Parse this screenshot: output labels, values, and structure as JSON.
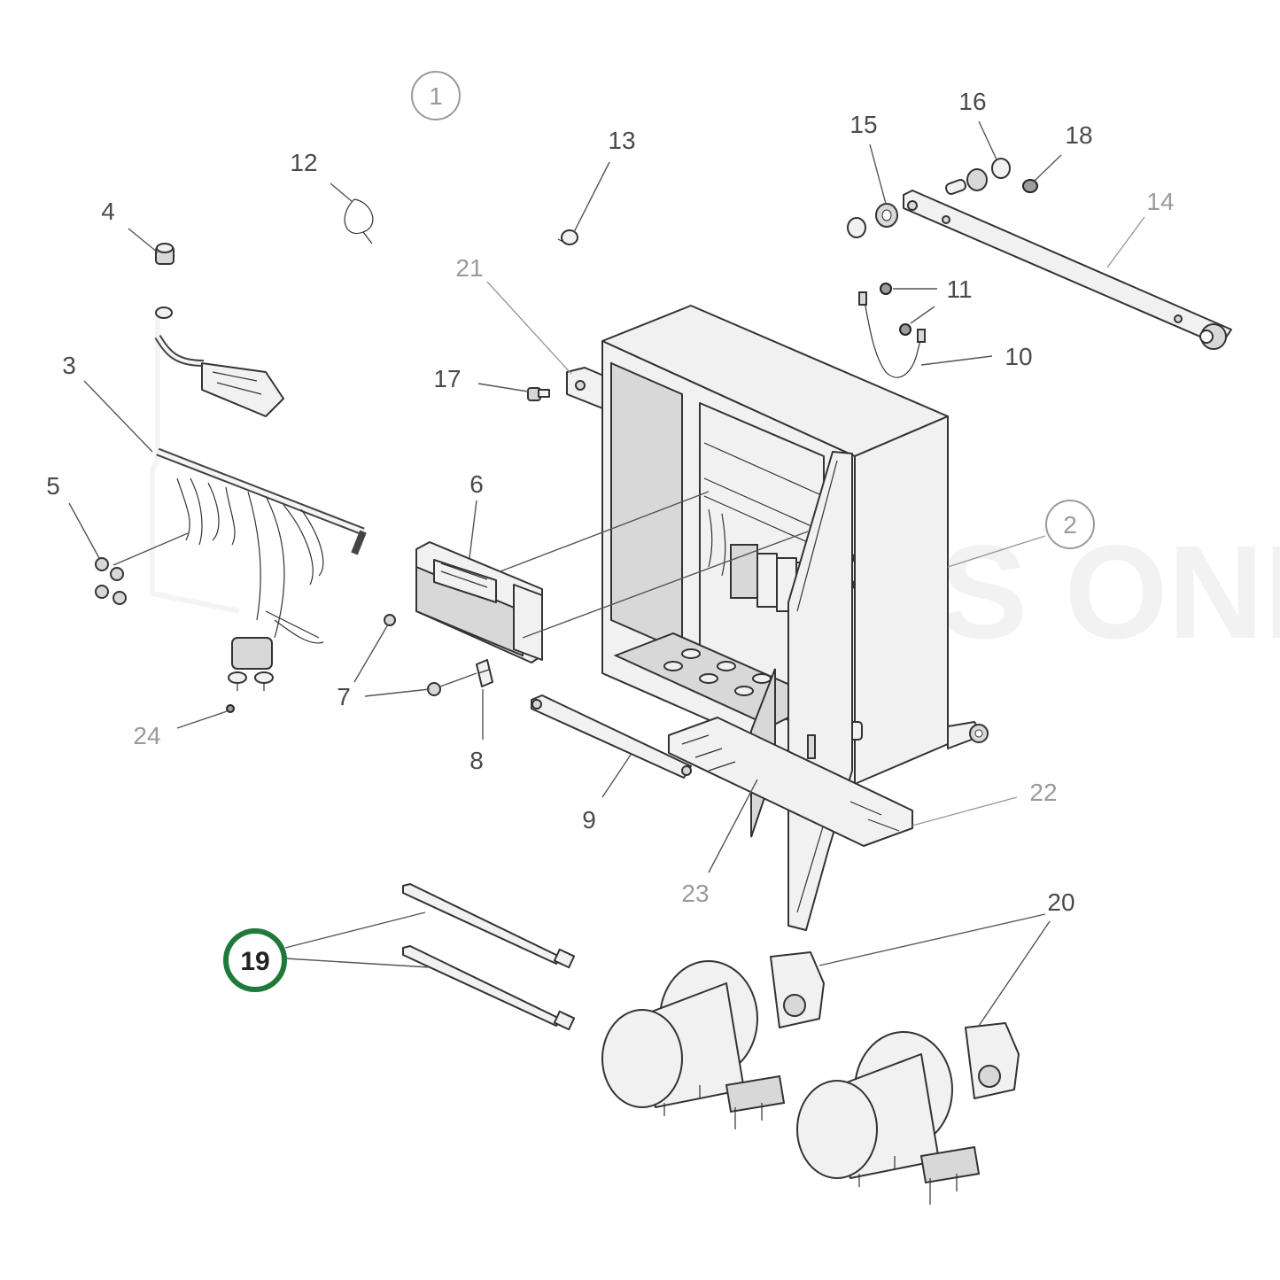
{
  "watermark": "ERTS ONLINE",
  "circled_labels": {
    "assembly_1": "1",
    "assembly_2": "2",
    "highlighted": "19"
  },
  "callouts": {
    "c3": "3",
    "c4": "4",
    "c5": "5",
    "c6": "6",
    "c7": "7",
    "c8": "8",
    "c9": "9",
    "c10": "10",
    "c11": "11",
    "c12": "12",
    "c13": "13",
    "c14": "14",
    "c15": "15",
    "c16": "16",
    "c17": "17",
    "c18": "18",
    "c20": "20",
    "c21": "21",
    "c22": "22",
    "c23": "23",
    "c24": "24"
  },
  "colors": {
    "highlight_ring": "#1f7a3a",
    "line": "#333333",
    "part_fill": "#f1f1f1"
  }
}
